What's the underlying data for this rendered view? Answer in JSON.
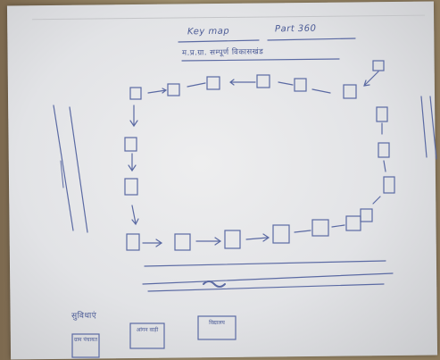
{
  "photo": {
    "subject": "hand-drawn-route-map-on-paper",
    "colors": {
      "ink": "#4b5b96",
      "paper": "#e4e5e8",
      "background": "#9a8a6e"
    }
  },
  "map": {
    "title": "Key map",
    "part": "Part 360",
    "subtitle": "म.प्र.ग्रा. सम्पूर्ण विकासखंड",
    "bottom_label": "सुविधाएं",
    "legend": [
      "ग्राम पंचायत",
      "आंगन वाड़ी",
      "विद्यालय"
    ]
  }
}
